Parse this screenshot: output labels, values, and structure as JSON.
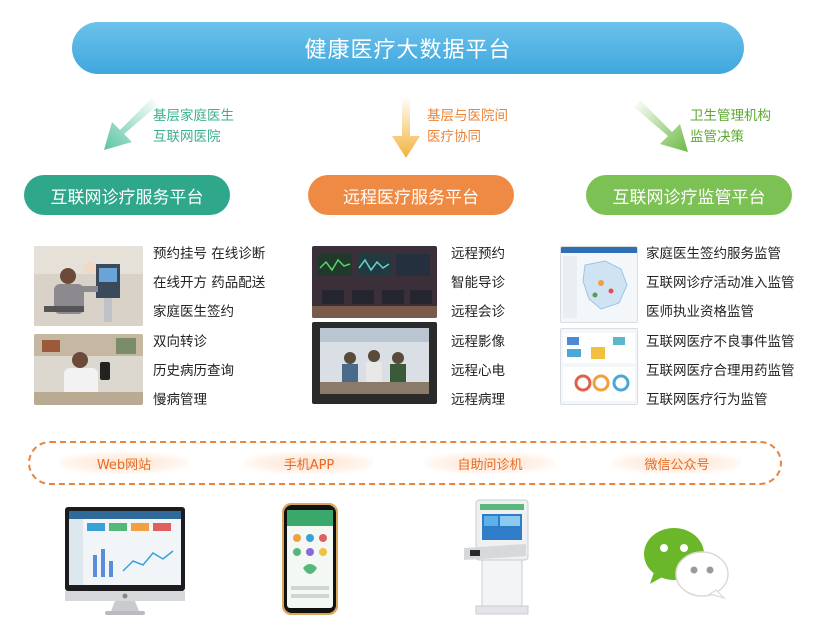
{
  "title": "健康医疗大数据平台",
  "branches": [
    {
      "lines": [
        "基层家庭医生",
        "互联网医院"
      ],
      "color": "#3bb08f"
    },
    {
      "lines": [
        "基层与医院间",
        "医疗协同"
      ],
      "color": "#e8853a"
    },
    {
      "lines": [
        "卫生管理机构",
        "监管决策"
      ],
      "color": "#5aa830"
    }
  ],
  "platforms": [
    {
      "label": "互联网诊疗服务平台",
      "color": "#2fa78b",
      "items": [
        "预约挂号  在线诊断",
        "在线开方  药品配送",
        "家庭医生签约",
        "双向转诊",
        "历史病历查询",
        "慢病管理"
      ]
    },
    {
      "label": "远程医疗服务平台",
      "color": "#ef8a45",
      "items": [
        "远程预约",
        "智能导诊",
        "远程会诊",
        "远程影像",
        "远程心电",
        "远程病理"
      ]
    },
    {
      "label": "互联网诊疗监管平台",
      "color": "#7cc153",
      "items": [
        "家庭医生签约服务监管",
        "互联网诊疗活动准入监管",
        "医师执业资格监管",
        "互联网医疗不良事件监管",
        "互联网医疗合理用药监管",
        "互联网医疗行为监管"
      ]
    }
  ],
  "channels": [
    "Web网站",
    "手机APP",
    "自助问诊机",
    "微信公众号"
  ],
  "icons": [
    "desktop-monitor-icon",
    "smartphone-icon",
    "self-service-kiosk-icon",
    "wechat-icon"
  ]
}
